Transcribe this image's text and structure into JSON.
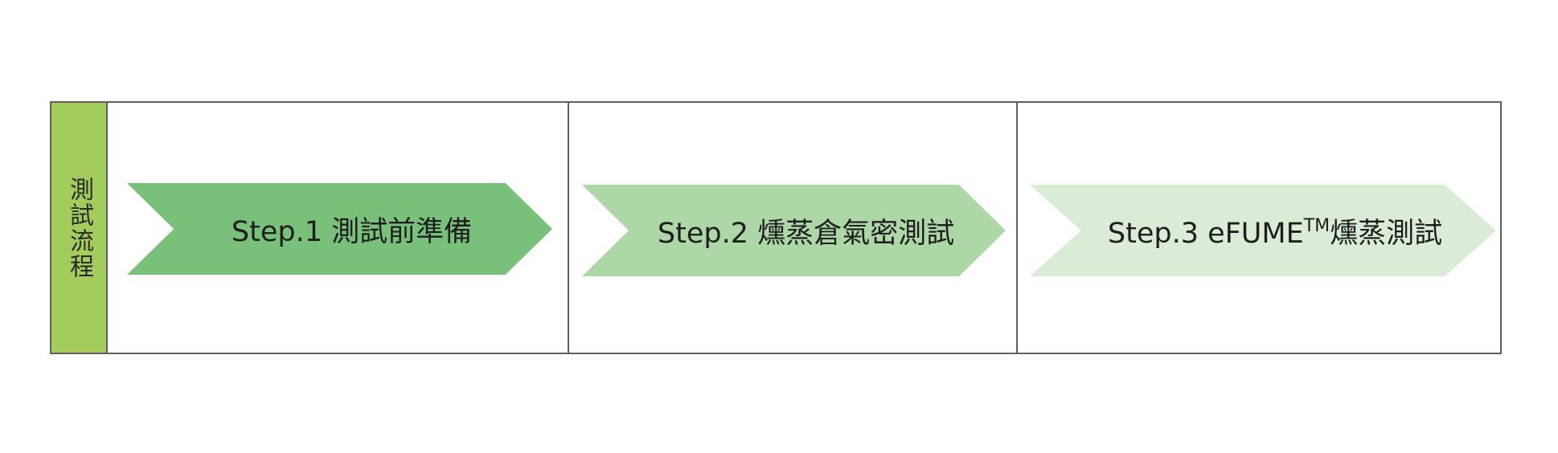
{
  "side_label": "測試流程",
  "steps": [
    {
      "label": "Step.1 測試前準備",
      "color": "#79c17b"
    },
    {
      "label": "Step.2 燻蒸倉氣密測試",
      "color": "#aed7a7"
    },
    {
      "label_main": "Step.3 eFUME",
      "label_sup": "TM",
      "label_tail": "燻蒸測試",
      "color": "#dbecd6"
    }
  ],
  "colors": {
    "side_bar": "#a3cc5c",
    "border": "#5f5f5f"
  }
}
